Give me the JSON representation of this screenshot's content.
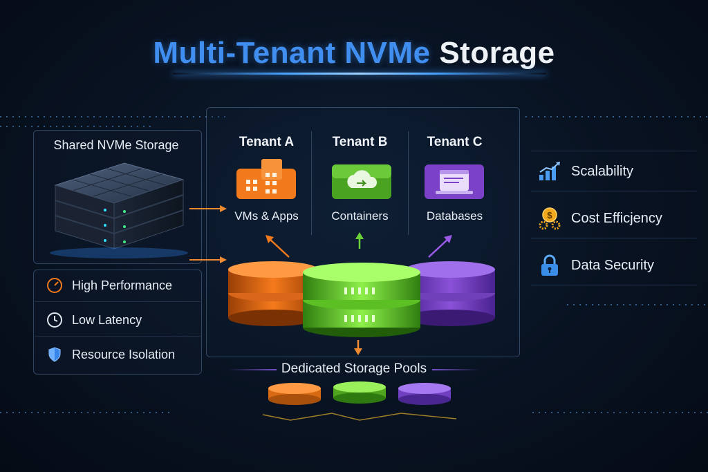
{
  "title": {
    "part1": "Multi-Tenant NVMe",
    "part2": "Storage"
  },
  "shared": {
    "label": "Shared NVMe Storage"
  },
  "features": [
    {
      "label": "High Performance",
      "icon": "speedometer-icon"
    },
    {
      "label": "Low Latency",
      "icon": "clock-icon"
    },
    {
      "label": "Resource Isolation",
      "icon": "shield-icon"
    }
  ],
  "tenants": [
    {
      "name": "Tenant A",
      "workload": "VMs & Apps",
      "icon": "building-icon",
      "color": "#f07a1c"
    },
    {
      "name": "Tenant B",
      "workload": "Containers",
      "icon": "cloud-icon",
      "color": "#5fc22a"
    },
    {
      "name": "Tenant C",
      "workload": "Databases",
      "icon": "database-window-icon",
      "color": "#8a4fd6"
    }
  ],
  "benefits": [
    {
      "label": "Scalability",
      "icon": "bar-chart-icon"
    },
    {
      "label": "Cost Efficjency",
      "icon": "coin-gears-icon"
    },
    {
      "label": "Data Security",
      "icon": "lock-icon"
    }
  ],
  "pools": {
    "label": "Dedicated Storage Pools"
  }
}
